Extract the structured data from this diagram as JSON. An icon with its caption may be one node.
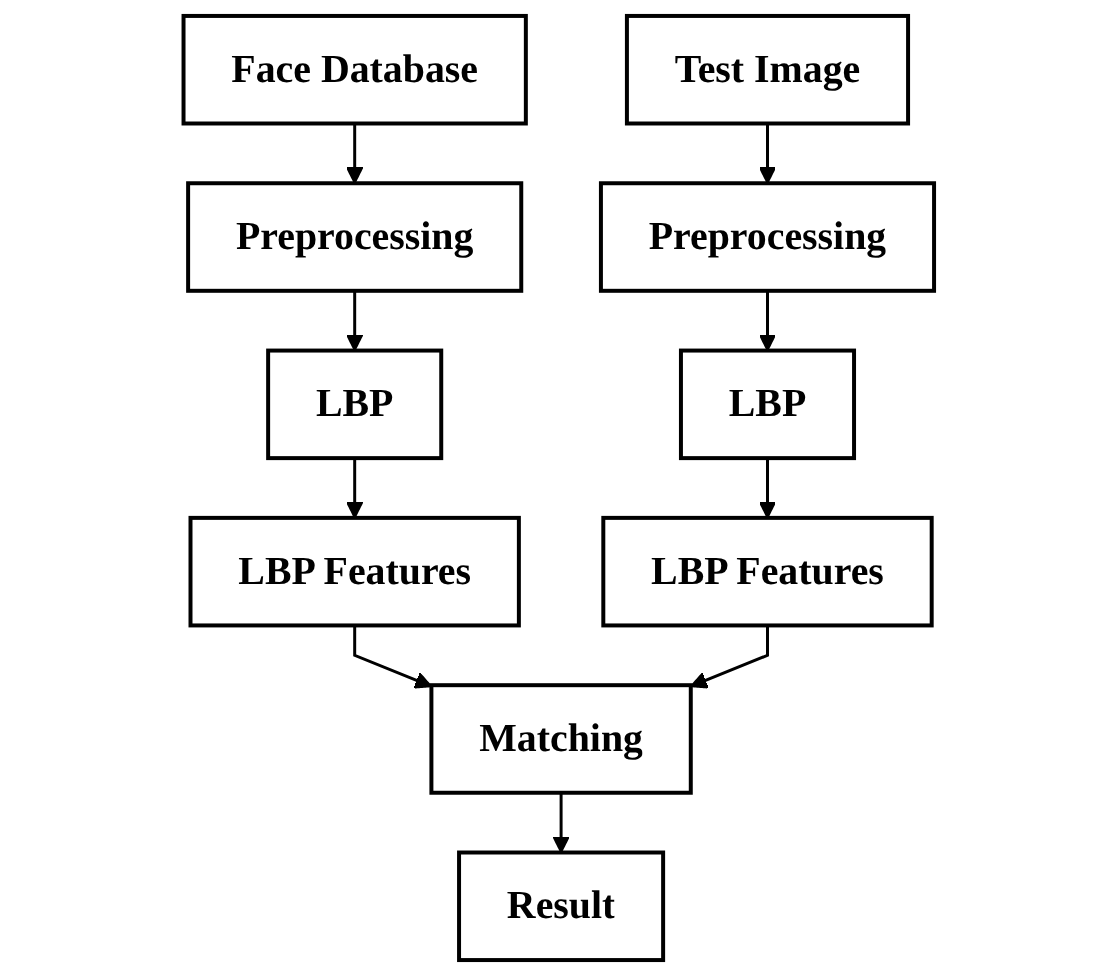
{
  "diagram": {
    "nodes": [
      {
        "text": [
          "Face Database"
        ]
      },
      {
        "text": [
          "Test Image"
        ]
      },
      {
        "text": [
          "Preprocessing"
        ]
      },
      {
        "text": [
          "Preprocessing"
        ]
      },
      {
        "text": [
          "LBP"
        ]
      },
      {
        "text": [
          "LBP"
        ]
      },
      {
        "text": [
          "LBP Features"
        ]
      },
      {
        "text": [
          "LBP Features"
        ]
      },
      {
        "text": [
          "Matching"
        ]
      },
      {
        "text": [
          "Result"
        ]
      }
    ],
    "edges": [
      {
        "from": 0,
        "to": 2,
        "arrow": "to"
      },
      {
        "from": 1,
        "to": 3,
        "arrow": "to"
      },
      {
        "from": 2,
        "to": 4,
        "arrow": "to"
      },
      {
        "from": 3,
        "to": 5,
        "arrow": "to"
      },
      {
        "from": 4,
        "to": 6,
        "arrow": "to"
      },
      {
        "from": 5,
        "to": 7,
        "arrow": "to"
      },
      {
        "from": 6,
        "to": 8,
        "arrow": "to"
      },
      {
        "from": 7,
        "to": 8,
        "arrow": "to"
      },
      {
        "from": 8,
        "to": 9,
        "arrow": "to"
      }
    ]
  }
}
